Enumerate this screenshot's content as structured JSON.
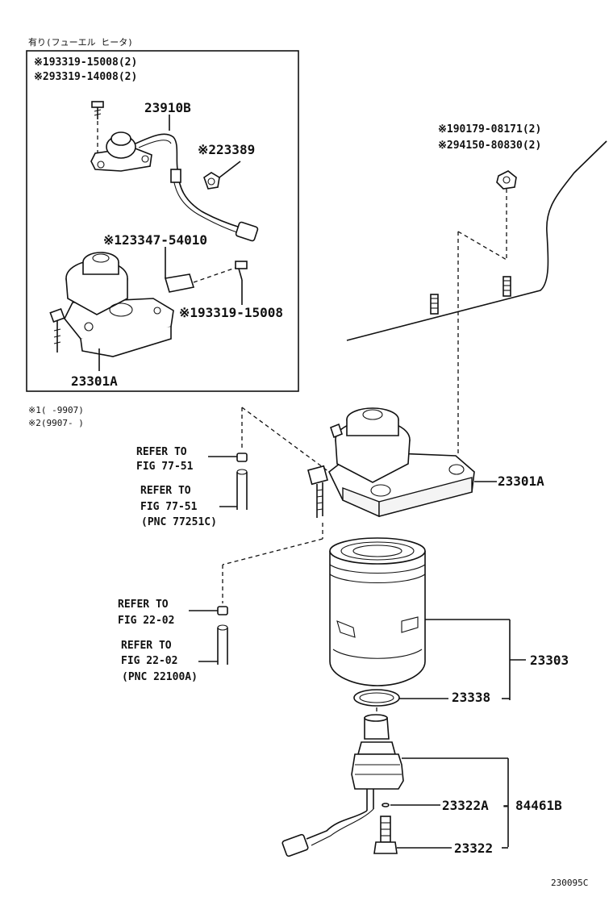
{
  "inset": {
    "header": "有り(フューエル ヒータ)",
    "note_screw_1": "※193319-15008(2)",
    "note_screw_2": "※293319-14008(2)",
    "pn_harness": "23910B",
    "pn_clamp": "※223389",
    "pn_bracket": "※123347-54010",
    "pn_bolt": "※193319-15008",
    "pn_housing": "23301A"
  },
  "legend": {
    "line1": "※1(   -9907)",
    "line2": "※2(9907-   )"
  },
  "main": {
    "nut_note_1": "※190179-08171(2)",
    "nut_note_2": "※294150-80830(2)",
    "pn_housing": "23301A",
    "pn_filter": "23303",
    "pn_gasket": "23338",
    "pn_switch_a": "23322A",
    "pn_oring": "84461B",
    "pn_switch": "23322",
    "ref1_line1": "REFER TO",
    "ref1_line2": "FIG 77-51",
    "ref2_line1": "REFER TO",
    "ref2_line2": "FIG 77-51",
    "ref2_pnc": "(PNC 77251C)",
    "ref3_line1": "REFER TO",
    "ref3_line2": "FIG 22-02",
    "ref4_line1": "REFER TO",
    "ref4_line2": "FIG 22-02",
    "ref4_pnc": "(PNC 22100A)"
  },
  "footer": {
    "code": "230095C"
  }
}
